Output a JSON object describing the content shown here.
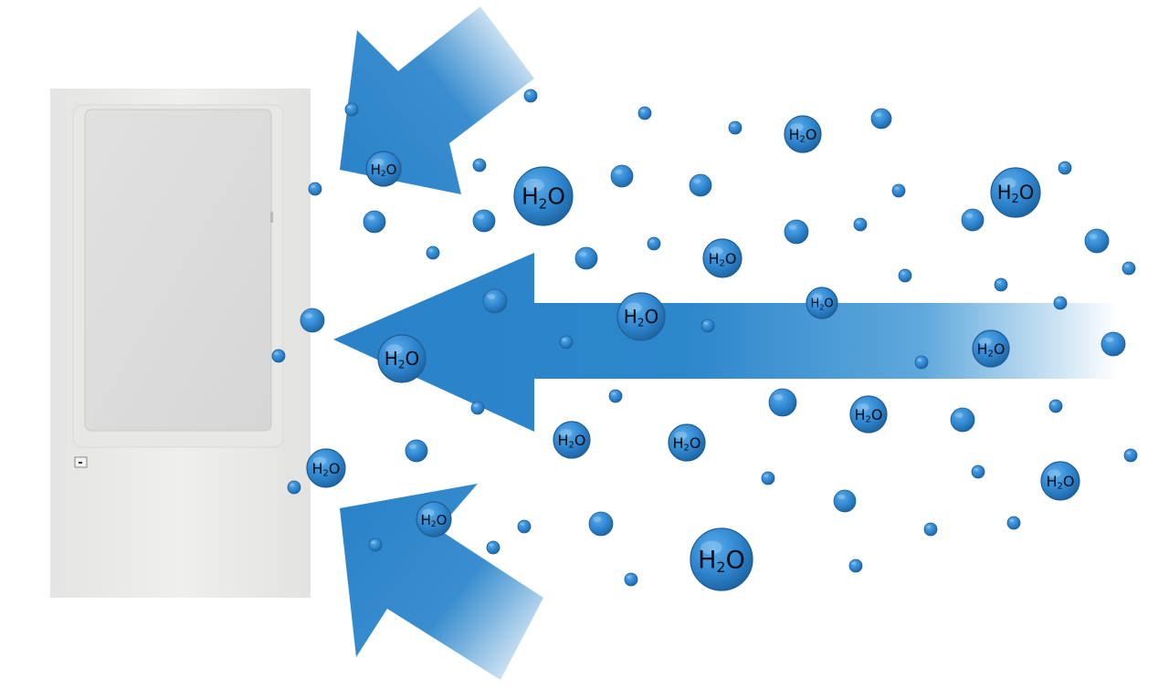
{
  "molecule": {
    "base": "H",
    "subscript": "2",
    "suffix": "O"
  },
  "colors": {
    "water_blue": "#2b86cf",
    "water_blue_dark": "#1b5f99",
    "arrow_blue": "#2c86c9",
    "device_body": "#e9e9e8",
    "device_panel": "#dddddd"
  },
  "device": {
    "name": "dehumidifier-unit",
    "indicator_light": "status-indicator"
  }
}
